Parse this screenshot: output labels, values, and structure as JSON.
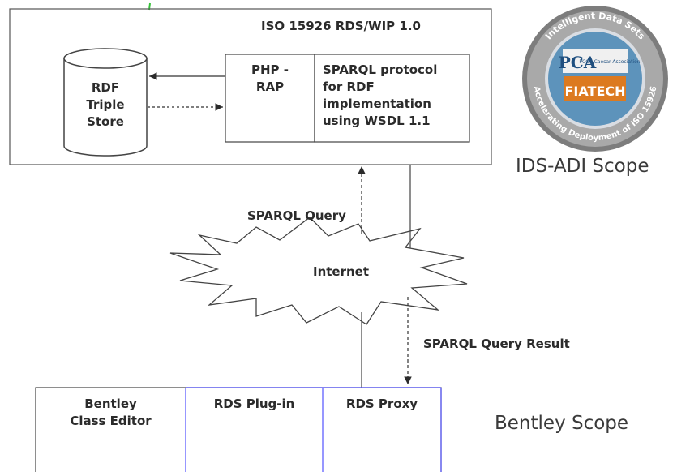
{
  "server": {
    "title": "ISO 15926 RDS/WIP 1.0",
    "store_label": [
      "RDF",
      "Triple",
      "Store"
    ],
    "php_rap_label": [
      "PHP -",
      "RAP"
    ],
    "sparql_box_label": [
      "SPARQL protocol",
      "for RDF",
      "implementation",
      "using WSDL 1.1"
    ]
  },
  "network": {
    "query_label": "SPARQL Query",
    "cloud_label": "Internet",
    "result_label": "SPARQL Query Result"
  },
  "client": {
    "class_editor_label": [
      "Bentley",
      "Class Editor"
    ],
    "plugin_label": "RDS Plug-in",
    "proxy_label": "RDS Proxy"
  },
  "scopes": {
    "ids_adi": "IDS-ADI Scope",
    "bentley": "Bentley Scope"
  },
  "logo": {
    "ring_text_top": "Intelligent Data Sets",
    "ring_text_bottom": "Accelerating Deployment of ISO 15926",
    "pca_text": "PCA",
    "posc_text": "POSC Caesar Association",
    "fiatech_text": "FIATECH"
  },
  "colors": {
    "line": "#3a3a3a",
    "client_divider": "#4a4aff",
    "logo_ring": "#8a8a8a",
    "logo_fiatech": "#e0801a",
    "logo_inner": "#4f8fb8"
  }
}
